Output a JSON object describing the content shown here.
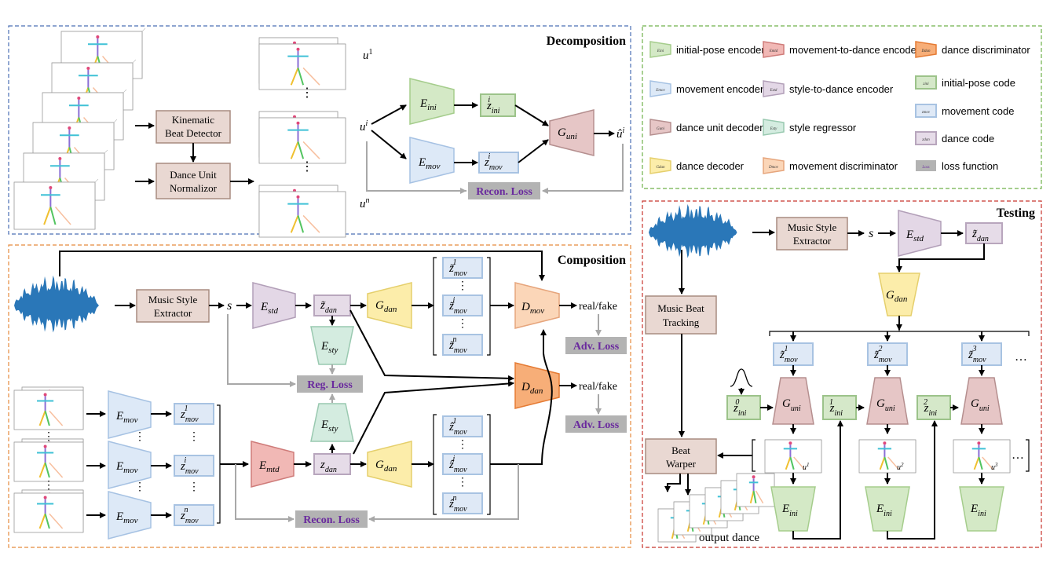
{
  "panels": {
    "decomposition": "Decomposition",
    "composition": "Composition",
    "testing": "Testing"
  },
  "legend": [
    {
      "abbr": "Eini",
      "label": "initial-pose encoder",
      "kind": "trapezoid",
      "color": "green"
    },
    {
      "abbr": "Emtd",
      "label": "movement-to-dance encoder",
      "kind": "trapezoid",
      "color": "red"
    },
    {
      "abbr": "Ddan",
      "label": "dance discriminator",
      "kind": "trapezoid",
      "color": "dark-orange"
    },
    {
      "abbr": "Emov",
      "label": "movement encoder",
      "kind": "trapezoid",
      "color": "blue"
    },
    {
      "abbr": "Estd",
      "label": "style-to-dance encoder",
      "kind": "trapezoid",
      "color": "purple"
    },
    {
      "abbr": "zini",
      "label": "initial-pose code",
      "kind": "code",
      "color": "green"
    },
    {
      "abbr": "Guni",
      "label": "dance unit decoder",
      "kind": "trapezoid",
      "color": "pink"
    },
    {
      "abbr": "Esty",
      "label": "style regressor",
      "kind": "trapezoid",
      "color": "teal"
    },
    {
      "abbr": "zmov",
      "label": "movement code",
      "kind": "code",
      "color": "blue"
    },
    {
      "abbr": "zdan",
      "label": "dance code",
      "kind": "code",
      "color": "purple"
    },
    {
      "abbr": "Gdan",
      "label": "dance decoder",
      "kind": "trapezoid",
      "color": "yellow"
    },
    {
      "abbr": "Dmov",
      "label": "movement discriminator",
      "kind": "trapezoid",
      "color": "orange"
    },
    {
      "abbr": "Loss",
      "label": "loss function",
      "kind": "loss",
      "color": "gray"
    }
  ],
  "boxes": {
    "kinematic": [
      "Kinematic",
      "Beat Detector"
    ],
    "normalizor": [
      "Dance Unit",
      "Normalizor"
    ],
    "music_style": [
      "Music Style",
      "Extractor"
    ],
    "beat_tracking": [
      "Music Beat",
      "Tracking"
    ],
    "beat_warper": [
      "Beat",
      "Warper"
    ]
  },
  "losses": {
    "recon": "Recon. Loss",
    "reg": "Reg. Loss",
    "adv": "Adv. Loss"
  },
  "labels": {
    "real_fake": "real/fake",
    "output_dance": "output dance",
    "s": "s",
    "ellipsis_v": "⋮",
    "ellipsis_h": "…"
  },
  "symbols": {
    "E": "E",
    "G": "G",
    "D": "D",
    "z": "z",
    "ini": "ini",
    "mov": "mov",
    "std": "std",
    "dan": "dan",
    "uni": "uni",
    "sty": "sty",
    "mtd": "mtd",
    "u": "u",
    "i": "i",
    "n": "n",
    "one": "1",
    "two": "2",
    "three": "3",
    "zero": "0"
  }
}
